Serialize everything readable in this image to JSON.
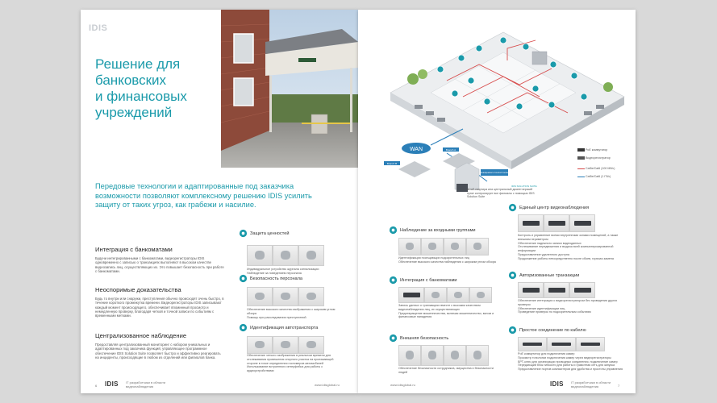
{
  "brand": {
    "logo": "IDIS",
    "footer_tag": "IT разработчики в области видеонаблюдения"
  },
  "left_page": {
    "title_lines": [
      "Решение для",
      "банковских",
      "и финансовых",
      "учреждений"
    ],
    "intro": "Передовые технологии и адаптированные под заказчика возможности позволяют комплексному решению IDIS усилить защиту от таких угроз, как грабежи и насилие.",
    "sections": [
      {
        "heading": "Интеграция с банкоматами",
        "body": "Будучи интегрированными с банкоматами, видеорегистраторы IDIS одновременно с записью о транзакциях выполняют в высоком качестве видеозапись лиц, осуществляющих их. Это повышает безопасность при работе с банкоматами."
      },
      {
        "heading": "Неоспоримые доказательства",
        "body": "Будь то внутри или снаружи, преступления обычно происходят очень быстро, в течение короткого промежутка времени. Видеорегистраторы IDIS записывают каждый момент происходящего, обеспечивает впоминный просмотр и немедленную проверку, благодаря четкой и точной записи по событиям с временными метками."
      },
      {
        "heading": "Централизованное наблюдение",
        "body": "Предоставляя централизованный мониторинг с набором уникальных и адаптированных под заказчика функций, управляющее программное обеспечение IDIS Solution Suite позволяет быстро и эффективно реагировать на инциденты, происходящие в любом из отделений или филиалов банка."
      }
    ],
    "categories": [
      {
        "heading": "Защита ценностей",
        "bullets": [
          "Индивидуальное устройство журнала сигнализации",
          "Наблюдение за поведением персонала"
        ]
      },
      {
        "heading": "Безопасность персонала",
        "bullets": [
          "Обеспечение высокого качества изображения с широким углом обзора",
          "Помощь при расследовании преступлений"
        ]
      },
      {
        "heading": "Идентификация автотранспорта",
        "bullets": [
          "Обеспечение четкого изображения в реальном времени для отслеживания провешения опорного участка на проезжающей стороне в точке определения госномеров автомобилей",
          "Использование встроенного интерфейса для работы с аудиоустройствами"
        ]
      }
    ],
    "footer_url": "www.idisglobal.ru",
    "page_number": "6"
  },
  "right_page": {
    "network": {
      "wan": "WAN",
      "branch_a": "Branch A",
      "branch_b": "Branch B",
      "hq": "Headquarters Control Center",
      "iss": "IDIS SOLUTION SUITE",
      "iss_note": "Штаб-квартира или центральный диспетчерский пункт контролирует все филиалы с помощью IDIS Solution Suite"
    },
    "legend": [
      "PoE коммутатор",
      "Видеорегистратор",
      "Cat5e/Cat6 (100 Мб/с)",
      "Cat5e/Cat6 (1 Гб/с)"
    ],
    "categories_left": [
      {
        "heading": "Наблюдение за входными группами",
        "bullets": [
          "Идентификация посещающих подозрительных лиц",
          "Обеспечение высокого качества наблюдения с широким углом обзора"
        ]
      },
      {
        "heading": "Интеграция с банкоматами",
        "bullets": [
          "Запись данных о транзакциях вместе с высоким качеством видеонаблюдения лиц, их осуществляющих",
          "Предотвращение мошенничества, включая мошенничество, взлом и финансовые нападения"
        ]
      },
      {
        "heading": "Внешняя безопасность",
        "bullets": [
          "Обеспечение безопасности сотрудников, имущества и безопасности людей"
        ]
      }
    ],
    "categories_right": [
      {
        "heading": "Единый центр видеонаблюдения",
        "bullets": [
          "Контроль и управление всеми внутренними зонами помещений, а также внешним периметром",
          "Обеспечение надежного записи видеоданных",
          "Отслеживание передвижения и выдача всей компьютеризированной информации",
          "Предоставление удаленного доступа",
          "Продолжение работы непосредственно после сбоев, горячая замена"
        ]
      },
      {
        "heading": "Авторизованные транзакции",
        "bullets": [
          "Обеспечение интеграции с видеорегистратором без проведения других проверок",
          "Обеспечение идентификации лиц",
          "Проведение проверок по подозрительным событиям"
        ]
      },
      {
        "heading": "Простое соединение по кабелю",
        "bullets": [
          "PoE коммутатор для подключения камер",
          "Просмотр топологии подключения камер через видеорегистраторы",
          "БРТ-ключ для организации проводных соединения, подключение камер",
          "Передающий блок гибкости для работы и грамотная сеть для запуска",
          "Предоставление портов компьютеров для удобства и простоты управления"
        ]
      }
    ],
    "footer_url": "www.idisglobal.ru",
    "page_number": "7"
  }
}
